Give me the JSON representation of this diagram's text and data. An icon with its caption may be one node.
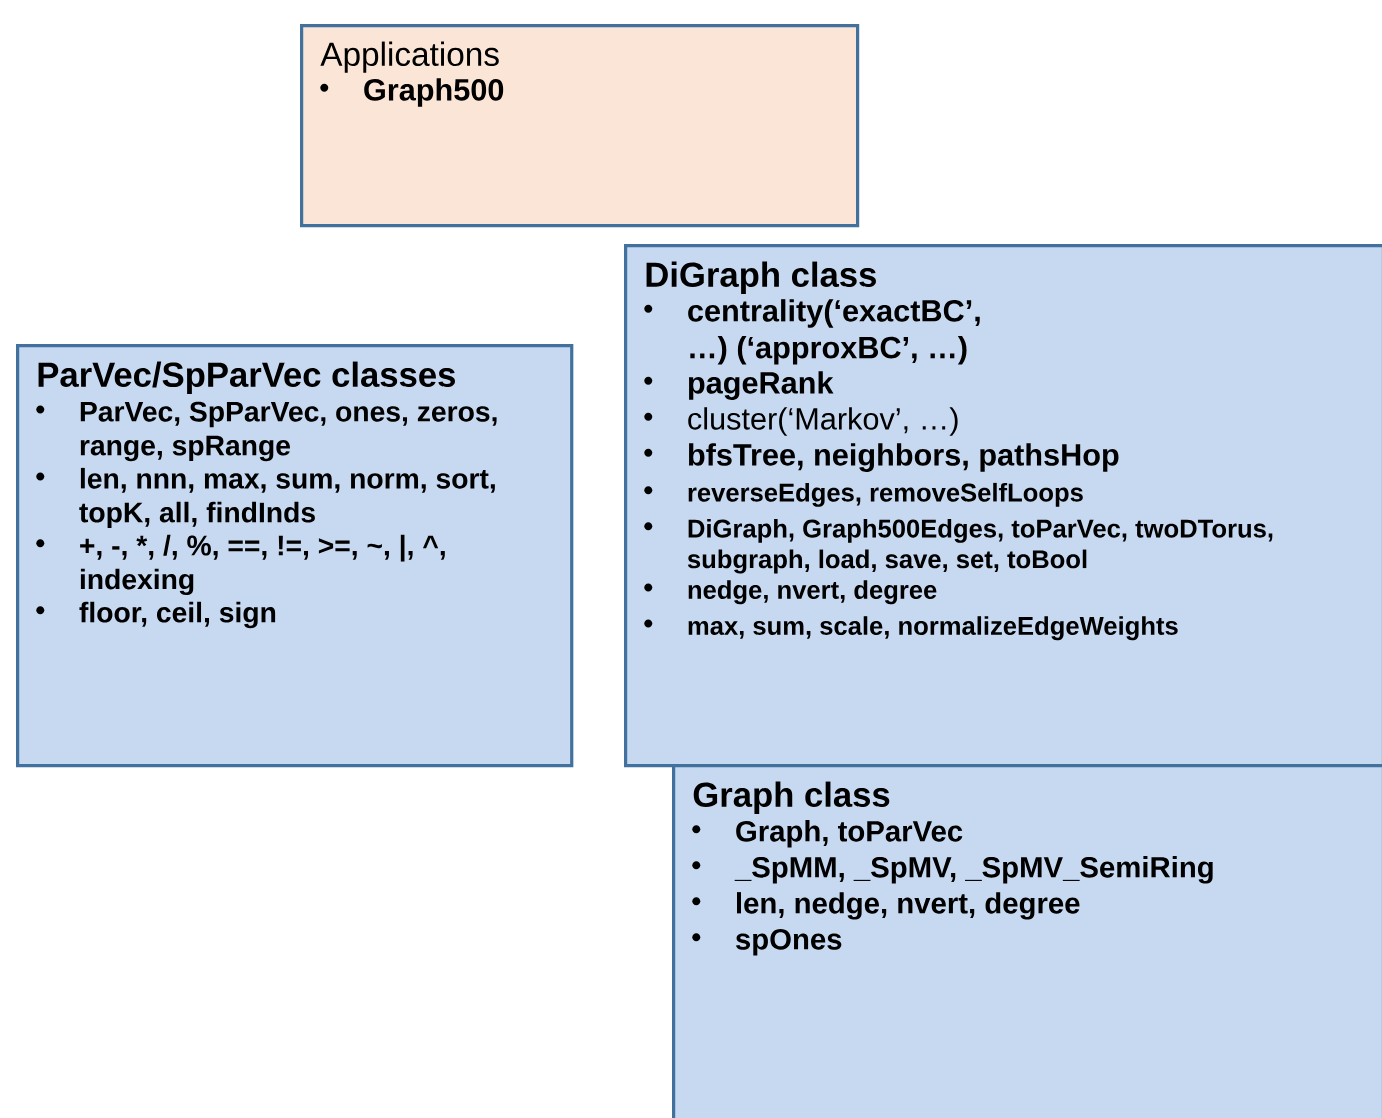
{
  "diagram": {
    "nodes": [
      {
        "text": [
          "Applications",
          "Graph500"
        ]
      },
      {
        "text": [
          "ParVec/SpParVec classes",
          "ParVec, SpParVec, ones, zeros, range, spRange",
          "len, nnn, max, sum, norm, sort, topK, all, findInds",
          "+, -, *, /, %, ==, !=, >=, ~, |, ^, indexing",
          "floor, ceil, sign"
        ]
      },
      {
        "text": [
          "DiGraph class",
          "centrality(‘exactBC’, …) (‘approxBC’, …)",
          "pageRank",
          "cluster(‘Markov’, …)",
          "bfsTree, neighbors, pathsHop",
          "reverseEdges, removeSelfLoops",
          "DiGraph, Graph500Edges, toParVec, twoDTorus, subgraph, load, save, set, toBool",
          "nedge, nvert, degree",
          "max, sum, scale, normalizeEdgeWeights"
        ]
      },
      {
        "text": [
          "Graph class",
          "Graph, toParVec",
          "_SpMM, _SpMV, _SpMV_SemiRing",
          "len, nedge, nvert, degree",
          "spOnes"
        ]
      }
    ]
  }
}
